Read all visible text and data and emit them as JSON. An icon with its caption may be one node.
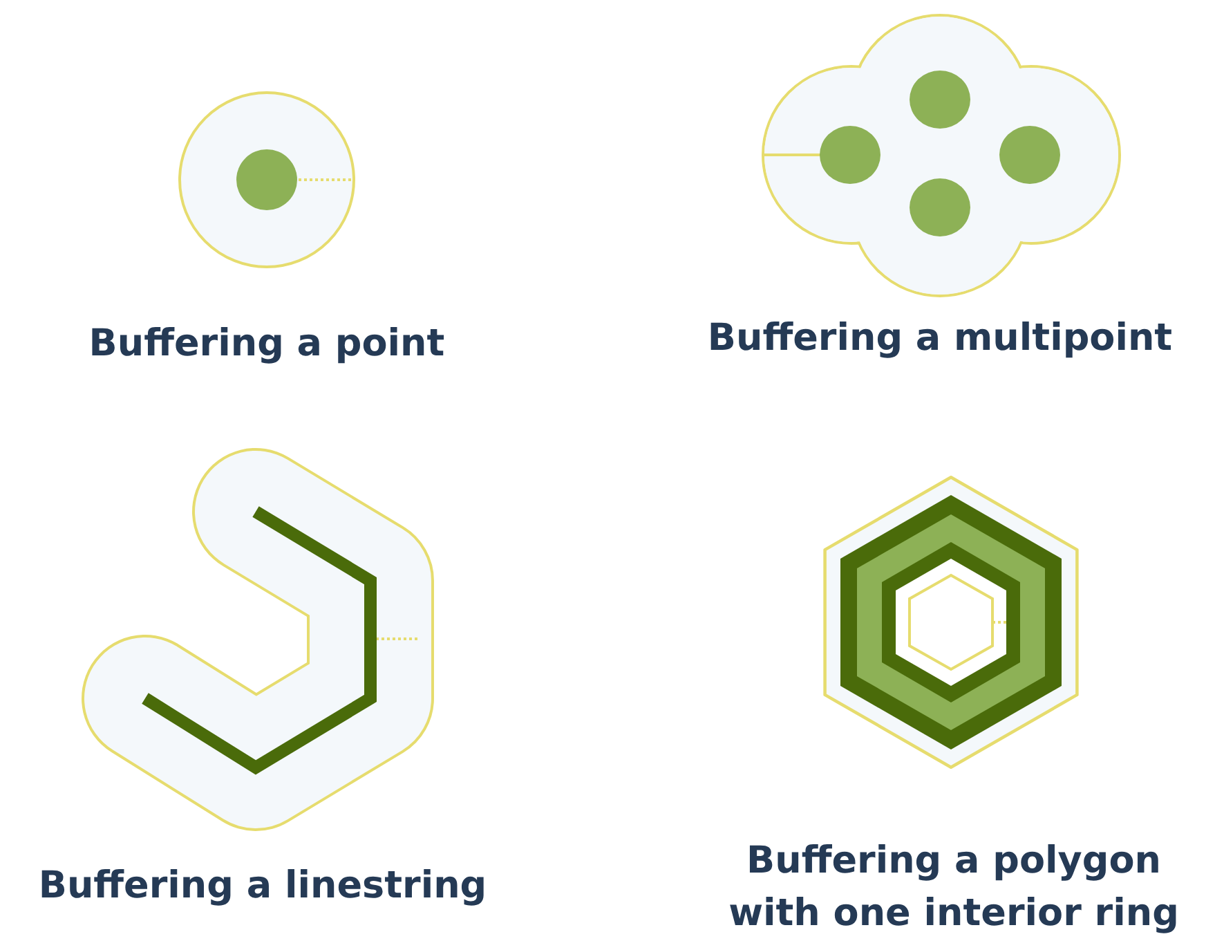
{
  "diagram": {
    "labels": [
      "Buffering a point",
      "Buffering a multipoint",
      "Buffering a linestring",
      "Buffering a polygon with one interior ring"
    ]
  }
}
